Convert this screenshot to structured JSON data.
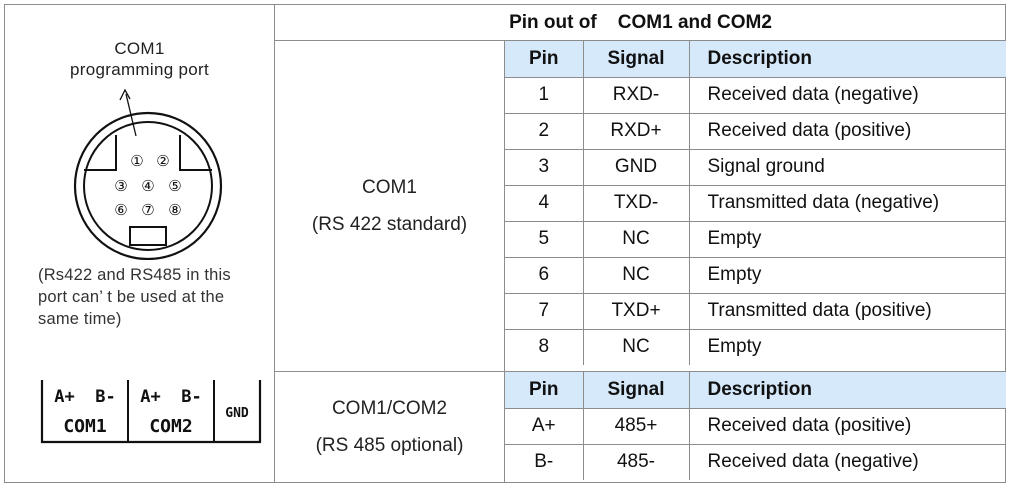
{
  "title": {
    "prefix": "Pin out of",
    "ports": "COM1 and COM2"
  },
  "left_panel": {
    "port_label_line1": "COM1",
    "port_label_line2": "programming port",
    "pin_numbers": [
      "①",
      "②",
      "③",
      "④",
      "⑤",
      "⑥",
      "⑦",
      "⑧"
    ],
    "note_lines": [
      "(Rs422 and RS485 in this",
      "port can’  t be used at the",
      "same time)"
    ],
    "terminal": {
      "com1_pins": "A+  B-",
      "com1_label": "COM1",
      "com2_pins": "A+  B-",
      "com2_label": "COM2",
      "gnd_label": "GND"
    }
  },
  "groups": [
    {
      "name_line1": "COM1",
      "name_line2": "(RS 422 standard)",
      "header": {
        "pin": "Pin",
        "signal": "Signal",
        "description": "Description"
      },
      "rows": [
        {
          "pin": "1",
          "signal": "RXD-",
          "description": "Received data (negative)"
        },
        {
          "pin": "2",
          "signal": "RXD+",
          "description": "Received data (positive)"
        },
        {
          "pin": "3",
          "signal": "GND",
          "description": "Signal ground"
        },
        {
          "pin": "4",
          "signal": "TXD-",
          "description": "Transmitted data (negative)"
        },
        {
          "pin": "5",
          "signal": "NC",
          "description": "Empty"
        },
        {
          "pin": "6",
          "signal": "NC",
          "description": "Empty"
        },
        {
          "pin": "7",
          "signal": "TXD+",
          "description": "Transmitted data (positive)"
        },
        {
          "pin": "8",
          "signal": "NC",
          "description": "Empty"
        }
      ]
    },
    {
      "name_line1": "COM1/COM2",
      "name_line2": "(RS 485 optional)",
      "header": {
        "pin": "Pin",
        "signal": "Signal",
        "description": "Description"
      },
      "rows": [
        {
          "pin": "A+",
          "signal": "485+",
          "description": "Received data (positive)"
        },
        {
          "pin": "B-",
          "signal": "485-",
          "description": "Received data (negative)"
        }
      ]
    }
  ],
  "colors": {
    "header_bg": "#d5e9fb",
    "border": "#8c8c8c"
  }
}
